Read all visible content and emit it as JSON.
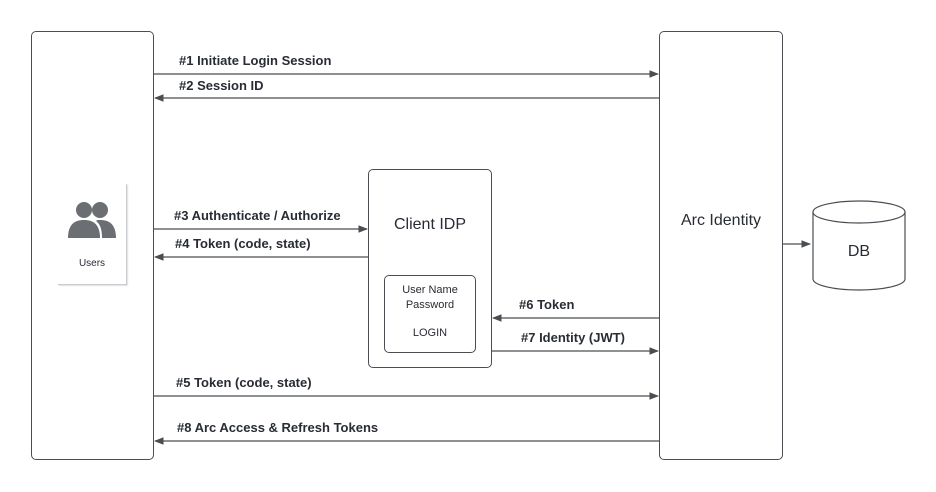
{
  "nodes": {
    "users": {
      "label": "Users",
      "icon": "users-group-icon"
    },
    "client_idp": {
      "title": "Client IDP",
      "form": {
        "line1": "User Name",
        "line2": "Password",
        "button": "LOGIN"
      }
    },
    "arc_identity": {
      "title": "Arc Identity"
    },
    "db": {
      "label": "DB"
    }
  },
  "steps": [
    "#1 Initiate Login Session",
    "#2 Session ID",
    "#3 Authenticate / Authorize",
    "#4 Token (code, state)",
    "#5 Token (code, state)",
    "#6 Token",
    "#7 Identity (JWT)",
    "#8 Arc Access & Refresh Tokens"
  ],
  "colors": {
    "stroke": "#4a4d52",
    "text": "#282c33",
    "icon": "#6b6e73"
  }
}
